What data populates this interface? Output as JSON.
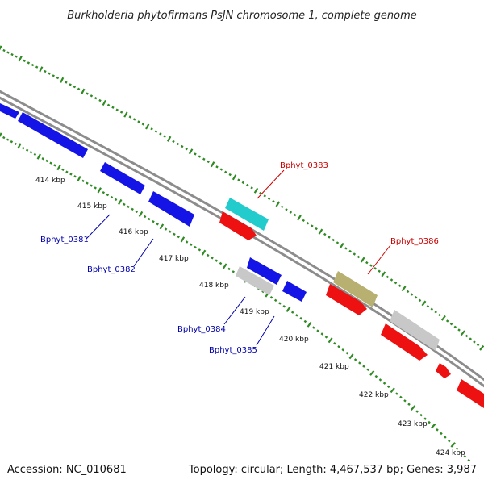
{
  "title": "Burkholderia phytofirmans PsJN chromosome 1, complete genome",
  "footer": {
    "accession": "Accession: NC_010681",
    "summary": "Topology: circular; Length: 4,467,537 bp; Genes: 3,987"
  },
  "colors": {
    "backbone": "#8c8c8c",
    "tick": "#2e8b22",
    "forward_label": "#cc0000",
    "reverse_label": "#0000aa",
    "gene_blue": "#1414e6",
    "gene_red": "#ee1111",
    "gene_cyan": "#22cccc",
    "gene_olive": "#b8b070",
    "gene_gray": "#c8c8c8"
  },
  "kbp_ticks": [
    "414 kbp",
    "415 kbp",
    "416 kbp",
    "417 kbp",
    "418 kbp",
    "419 kbp",
    "420 kbp",
    "421 kbp",
    "422 kbp",
    "423 kbp",
    "424 kbp"
  ],
  "gene_labels": {
    "forward": [
      "Bphyt_0383",
      "Bphyt_0386"
    ],
    "reverse": [
      "Bphyt_0381",
      "Bphyt_0382",
      "Bphyt_0384",
      "Bphyt_0385"
    ]
  }
}
